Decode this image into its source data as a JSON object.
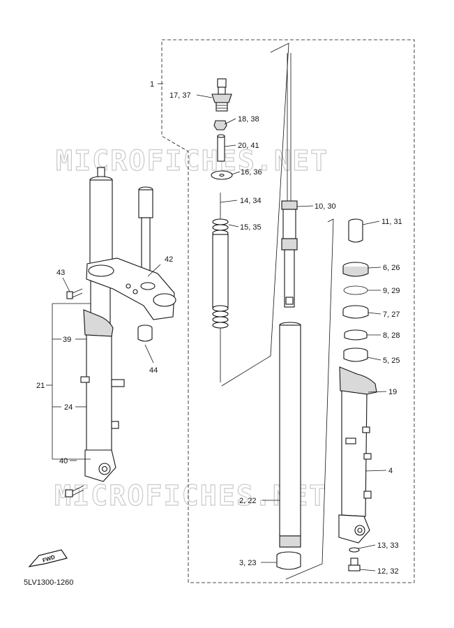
{
  "diagram": {
    "watermark": "MICROFICHES.NET",
    "code": "5LV1300-1260",
    "fwd": "FWD",
    "callouts": {
      "c1": "1",
      "c17": "17, 37",
      "c18": "18, 38",
      "c20": "20, 41",
      "c16": "16, 36",
      "c14": "14, 34",
      "c15": "15, 35",
      "c10": "10, 30",
      "c11": "11, 31",
      "c6": "6, 26",
      "c9": "9, 29",
      "c7": "7, 27",
      "c8": "8, 28",
      "c5": "5, 25",
      "c19": "19",
      "c4": "4",
      "c2": "2, 22",
      "c3": "3, 23",
      "c13": "13, 33",
      "c12": "12, 32",
      "c42": "42",
      "c43": "43",
      "c44": "44",
      "c39": "39",
      "c21": "21",
      "c24": "24",
      "c40": "40"
    }
  }
}
